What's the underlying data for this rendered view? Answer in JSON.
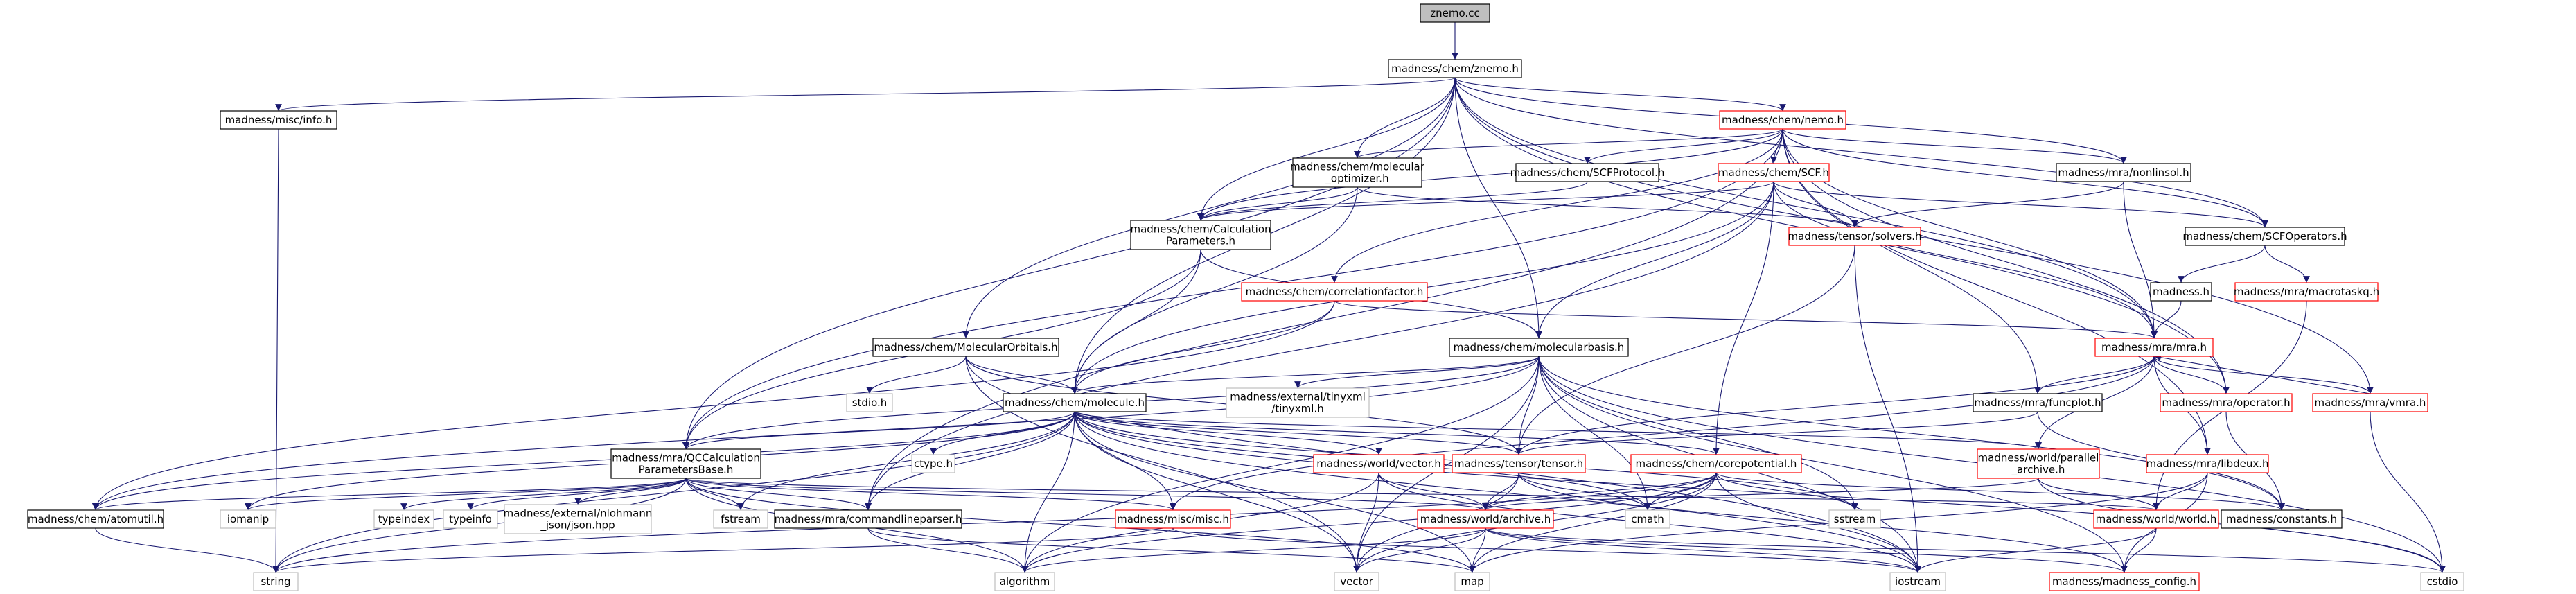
{
  "title": "znemo.cc",
  "colors": {
    "background": "#ffffff",
    "root_fill": "#bfbfbf",
    "edge": "#191970",
    "box_black": "#000000",
    "box_red": "#ff0000",
    "box_grey": "#bfbfbf",
    "text": "#000000"
  },
  "nodes": [
    {
      "id": "root",
      "lines": [
        "znemo.cc"
      ],
      "style": "root"
    },
    {
      "id": "znemo_h",
      "lines": [
        "madness/chem/znemo.h"
      ],
      "style": "black"
    },
    {
      "id": "info_h",
      "lines": [
        "madness/misc/info.h"
      ],
      "style": "black"
    },
    {
      "id": "nemo_h",
      "lines": [
        "madness/chem/nemo.h"
      ],
      "style": "red"
    },
    {
      "id": "molopt_h",
      "lines": [
        "madness/chem/molecular",
        "_optimizer.h"
      ],
      "style": "black"
    },
    {
      "id": "scfprot_h",
      "lines": [
        "madness/chem/SCFProtocol.h"
      ],
      "style": "black"
    },
    {
      "id": "scf_h",
      "lines": [
        "madness/chem/SCF.h"
      ],
      "style": "red"
    },
    {
      "id": "nonlinsol_h",
      "lines": [
        "madness/mra/nonlinsol.h"
      ],
      "style": "black"
    },
    {
      "id": "calcparams_h",
      "lines": [
        "madness/chem/Calculation",
        "Parameters.h"
      ],
      "style": "black"
    },
    {
      "id": "solvers_h",
      "lines": [
        "madness/tensor/solvers.h"
      ],
      "style": "red"
    },
    {
      "id": "scfops_h",
      "lines": [
        "madness/chem/SCFOperators.h"
      ],
      "style": "black"
    },
    {
      "id": "madness_h",
      "lines": [
        "madness.h"
      ],
      "style": "black"
    },
    {
      "id": "macrotaskq_h",
      "lines": [
        "madness/mra/macrotaskq.h"
      ],
      "style": "red"
    },
    {
      "id": "corrfac_h",
      "lines": [
        "madness/chem/correlationfactor.h"
      ],
      "style": "red"
    },
    {
      "id": "molorb_h",
      "lines": [
        "madness/chem/MolecularOrbitals.h"
      ],
      "style": "black"
    },
    {
      "id": "molbasis_h",
      "lines": [
        "madness/chem/molecularbasis.h"
      ],
      "style": "black"
    },
    {
      "id": "mra_h",
      "lines": [
        "madness/mra/mra.h"
      ],
      "style": "red"
    },
    {
      "id": "stdio_h",
      "lines": [
        "stdio.h"
      ],
      "style": "grey"
    },
    {
      "id": "molecule_h",
      "lines": [
        "madness/chem/molecule.h"
      ],
      "style": "black"
    },
    {
      "id": "tinyxml_h",
      "lines": [
        "madness/external/tinyxml",
        "/tinyxml.h"
      ],
      "style": "grey"
    },
    {
      "id": "funcplot_h",
      "lines": [
        "madness/mra/funcplot.h"
      ],
      "style": "black"
    },
    {
      "id": "operator_h",
      "lines": [
        "madness/mra/operator.h"
      ],
      "style": "red"
    },
    {
      "id": "vmra_h",
      "lines": [
        "madness/mra/vmra.h"
      ],
      "style": "red"
    },
    {
      "id": "qccalc_h",
      "lines": [
        "madness/mra/QCCalculation",
        "ParametersBase.h"
      ],
      "style": "black"
    },
    {
      "id": "ctype_h",
      "lines": [
        "ctype.h"
      ],
      "style": "grey"
    },
    {
      "id": "tensor_h",
      "lines": [
        "madness/tensor/tensor.h"
      ],
      "style": "red"
    },
    {
      "id": "corepot_h",
      "lines": [
        "madness/chem/corepotential.h"
      ],
      "style": "red"
    },
    {
      "id": "parallel_h",
      "lines": [
        "madness/world/parallel",
        "_archive.h"
      ],
      "style": "red"
    },
    {
      "id": "libdeux_h",
      "lines": [
        "madness/mra/libdeux.h"
      ],
      "style": "red"
    },
    {
      "id": "vector_h",
      "lines": [
        "madness/world/vector.h"
      ],
      "style": "red"
    },
    {
      "id": "atomutil_h",
      "lines": [
        "madness/chem/atomutil.h"
      ],
      "style": "black"
    },
    {
      "id": "iomanip",
      "lines": [
        "iomanip"
      ],
      "style": "grey"
    },
    {
      "id": "typeindex",
      "lines": [
        "typeindex"
      ],
      "style": "grey"
    },
    {
      "id": "typeinfo",
      "lines": [
        "typeinfo"
      ],
      "style": "grey"
    },
    {
      "id": "json_hpp",
      "lines": [
        "madness/external/nlohmann",
        "_json/json.hpp"
      ],
      "style": "grey"
    },
    {
      "id": "fstream",
      "lines": [
        "fstream"
      ],
      "style": "grey"
    },
    {
      "id": "cmdline_h",
      "lines": [
        "madness/mra/commandlineparser.h"
      ],
      "style": "black"
    },
    {
      "id": "misc_h",
      "lines": [
        "madness/misc/misc.h"
      ],
      "style": "red"
    },
    {
      "id": "archive_h",
      "lines": [
        "madness/world/archive.h"
      ],
      "style": "red"
    },
    {
      "id": "cmath",
      "lines": [
        "cmath"
      ],
      "style": "grey"
    },
    {
      "id": "sstream",
      "lines": [
        "sstream"
      ],
      "style": "grey"
    },
    {
      "id": "world_h",
      "lines": [
        "madness/world/world.h"
      ],
      "style": "red"
    },
    {
      "id": "constants_h",
      "lines": [
        "madness/constants.h"
      ],
      "style": "black"
    },
    {
      "id": "string",
      "lines": [
        "string"
      ],
      "style": "grey"
    },
    {
      "id": "algorithm",
      "lines": [
        "algorithm"
      ],
      "style": "grey"
    },
    {
      "id": "vector",
      "lines": [
        "vector"
      ],
      "style": "grey"
    },
    {
      "id": "map",
      "lines": [
        "map"
      ],
      "style": "grey"
    },
    {
      "id": "iostream",
      "lines": [
        "iostream"
      ],
      "style": "grey"
    },
    {
      "id": "config_h",
      "lines": [
        "madness/madness_config.h"
      ],
      "style": "red"
    },
    {
      "id": "cstdio",
      "lines": [
        "cstdio"
      ],
      "style": "grey"
    }
  ],
  "edges": [
    [
      "root",
      "znemo_h"
    ],
    [
      "znemo_h",
      "info_h"
    ],
    [
      "znemo_h",
      "nemo_h"
    ],
    [
      "znemo_h",
      "molopt_h"
    ],
    [
      "znemo_h",
      "calcparams_h"
    ],
    [
      "znemo_h",
      "molorb_h"
    ],
    [
      "znemo_h",
      "molbasis_h"
    ],
    [
      "znemo_h",
      "molecule_h"
    ],
    [
      "znemo_h",
      "qccalc_h"
    ],
    [
      "znemo_h",
      "nonlinsol_h"
    ],
    [
      "znemo_h",
      "scfops_h"
    ],
    [
      "znemo_h",
      "mra_h"
    ],
    [
      "znemo_h",
      "operator_h"
    ],
    [
      "znemo_h",
      "vmra_h"
    ],
    [
      "info_h",
      "string"
    ],
    [
      "nemo_h",
      "molopt_h"
    ],
    [
      "nemo_h",
      "scfprot_h"
    ],
    [
      "nemo_h",
      "scf_h"
    ],
    [
      "nemo_h",
      "nonlinsol_h"
    ],
    [
      "nemo_h",
      "calcparams_h"
    ],
    [
      "nemo_h",
      "scfops_h"
    ],
    [
      "nemo_h",
      "corrfac_h"
    ],
    [
      "nemo_h",
      "mra_h"
    ],
    [
      "nemo_h",
      "funcplot_h"
    ],
    [
      "nemo_h",
      "operator_h"
    ],
    [
      "nemo_h",
      "libdeux_h"
    ],
    [
      "nemo_h",
      "qccalc_h"
    ],
    [
      "nemo_h",
      "cmdline_h"
    ],
    [
      "molopt_h",
      "calcparams_h"
    ],
    [
      "molopt_h",
      "solvers_h"
    ],
    [
      "molopt_h",
      "molecule_h"
    ],
    [
      "scfprot_h",
      "calcparams_h"
    ],
    [
      "scf_h",
      "calcparams_h"
    ],
    [
      "scf_h",
      "solvers_h"
    ],
    [
      "scf_h",
      "scfops_h"
    ],
    [
      "scf_h",
      "molbasis_h"
    ],
    [
      "scf_h",
      "molecule_h"
    ],
    [
      "scf_h",
      "mra_h"
    ],
    [
      "scf_h",
      "corepot_h"
    ],
    [
      "scf_h",
      "cmdline_h"
    ],
    [
      "nonlinsol_h",
      "solvers_h"
    ],
    [
      "nonlinsol_h",
      "mra_h"
    ],
    [
      "calcparams_h",
      "molbasis_h"
    ],
    [
      "calcparams_h",
      "molecule_h"
    ],
    [
      "calcparams_h",
      "qccalc_h"
    ],
    [
      "solvers_h",
      "tensor_h"
    ],
    [
      "solvers_h",
      "iostream"
    ],
    [
      "scfops_h",
      "madness_h"
    ],
    [
      "scfops_h",
      "macrotaskq_h"
    ],
    [
      "madness_h",
      "mra_h"
    ],
    [
      "macrotaskq_h",
      "world_h"
    ],
    [
      "corrfac_h",
      "mra_h"
    ],
    [
      "corrfac_h",
      "molecule_h"
    ],
    [
      "corrfac_h",
      "atomutil_h"
    ],
    [
      "molorb_h",
      "stdio_h"
    ],
    [
      "molorb_h",
      "molecule_h"
    ],
    [
      "molorb_h",
      "tensor_h"
    ],
    [
      "molorb_h",
      "iostream"
    ],
    [
      "molorb_h",
      "vector"
    ],
    [
      "molbasis_h",
      "molecule_h"
    ],
    [
      "molbasis_h",
      "tinyxml_h"
    ],
    [
      "molbasis_h",
      "tensor_h"
    ],
    [
      "molbasis_h",
      "qccalc_h"
    ],
    [
      "molbasis_h",
      "atomutil_h"
    ],
    [
      "molbasis_h",
      "constants_h"
    ],
    [
      "molbasis_h",
      "cmath"
    ],
    [
      "molbasis_h",
      "sstream"
    ],
    [
      "molbasis_h",
      "iostream"
    ],
    [
      "molbasis_h",
      "vector"
    ],
    [
      "molbasis_h",
      "algorithm"
    ],
    [
      "molbasis_h",
      "config_h"
    ],
    [
      "molbasis_h",
      "cstdio"
    ],
    [
      "mra_h",
      "funcplot_h"
    ],
    [
      "mra_h",
      "operator_h"
    ],
    [
      "mra_h",
      "vmra_h"
    ],
    [
      "mra_h",
      "libdeux_h"
    ],
    [
      "mra_h",
      "tensor_h"
    ],
    [
      "mra_h",
      "parallel_h"
    ],
    [
      "mra_h",
      "misc_h"
    ],
    [
      "molecule_h",
      "ctype_h"
    ],
    [
      "molecule_h",
      "qccalc_h"
    ],
    [
      "molecule_h",
      "tensor_h"
    ],
    [
      "molecule_h",
      "corepot_h"
    ],
    [
      "molecule_h",
      "parallel_h"
    ],
    [
      "molecule_h",
      "vector_h"
    ],
    [
      "molecule_h",
      "atomutil_h"
    ],
    [
      "molecule_h",
      "iomanip"
    ],
    [
      "molecule_h",
      "fstream"
    ],
    [
      "molecule_h",
      "cmdline_h"
    ],
    [
      "molecule_h",
      "misc_h"
    ],
    [
      "molecule_h",
      "cmath"
    ],
    [
      "molecule_h",
      "sstream"
    ],
    [
      "molecule_h",
      "string"
    ],
    [
      "molecule_h",
      "algorithm"
    ],
    [
      "molecule_h",
      "vector"
    ],
    [
      "molecule_h",
      "map"
    ],
    [
      "molecule_h",
      "iostream"
    ],
    [
      "molecule_h",
      "cstdio"
    ],
    [
      "funcplot_h",
      "tensor_h"
    ],
    [
      "funcplot_h",
      "constants_h"
    ],
    [
      "operator_h",
      "constants_h"
    ],
    [
      "vmra_h",
      "mra_h"
    ],
    [
      "vmra_h",
      "cstdio"
    ],
    [
      "qccalc_h",
      "atomutil_h"
    ],
    [
      "qccalc_h",
      "iomanip"
    ],
    [
      "qccalc_h",
      "typeindex"
    ],
    [
      "qccalc_h",
      "typeinfo"
    ],
    [
      "qccalc_h",
      "json_hpp"
    ],
    [
      "qccalc_h",
      "fstream"
    ],
    [
      "qccalc_h",
      "cmdline_h"
    ],
    [
      "qccalc_h",
      "misc_h"
    ],
    [
      "qccalc_h",
      "archive_h"
    ],
    [
      "qccalc_h",
      "world_h"
    ],
    [
      "qccalc_h",
      "string"
    ],
    [
      "qccalc_h",
      "algorithm"
    ],
    [
      "qccalc_h",
      "map"
    ],
    [
      "tensor_h",
      "archive_h"
    ],
    [
      "tensor_h",
      "cmath"
    ],
    [
      "tensor_h",
      "vector"
    ],
    [
      "tensor_h",
      "config_h"
    ],
    [
      "corepot_h",
      "archive_h"
    ],
    [
      "corepot_h",
      "cmath"
    ],
    [
      "corepot_h",
      "sstream"
    ],
    [
      "corepot_h",
      "constants_h"
    ],
    [
      "corepot_h",
      "string"
    ],
    [
      "corepot_h",
      "vector"
    ],
    [
      "corepot_h",
      "map"
    ],
    [
      "corepot_h",
      "iostream"
    ],
    [
      "corepot_h",
      "algorithm"
    ],
    [
      "parallel_h",
      "archive_h"
    ],
    [
      "parallel_h",
      "world_h"
    ],
    [
      "parallel_h",
      "cstdio"
    ],
    [
      "libdeux_h",
      "world_h"
    ],
    [
      "libdeux_h",
      "map"
    ],
    [
      "libdeux_h",
      "config_h"
    ],
    [
      "vector_h",
      "archive_h"
    ],
    [
      "vector_h",
      "vector"
    ],
    [
      "vector_h",
      "algorithm"
    ],
    [
      "vector_h",
      "iostream"
    ],
    [
      "atomutil_h",
      "string"
    ],
    [
      "cmdline_h",
      "algorithm"
    ],
    [
      "cmdline_h",
      "map"
    ],
    [
      "misc_h",
      "string"
    ],
    [
      "misc_h",
      "iostream"
    ],
    [
      "archive_h",
      "vector"
    ],
    [
      "archive_h",
      "map"
    ],
    [
      "archive_h",
      "iostream"
    ],
    [
      "archive_h",
      "algorithm"
    ],
    [
      "archive_h",
      "cstdio"
    ],
    [
      "archive_h",
      "config_h"
    ],
    [
      "world_h",
      "iostream"
    ],
    [
      "world_h",
      "config_h"
    ]
  ]
}
